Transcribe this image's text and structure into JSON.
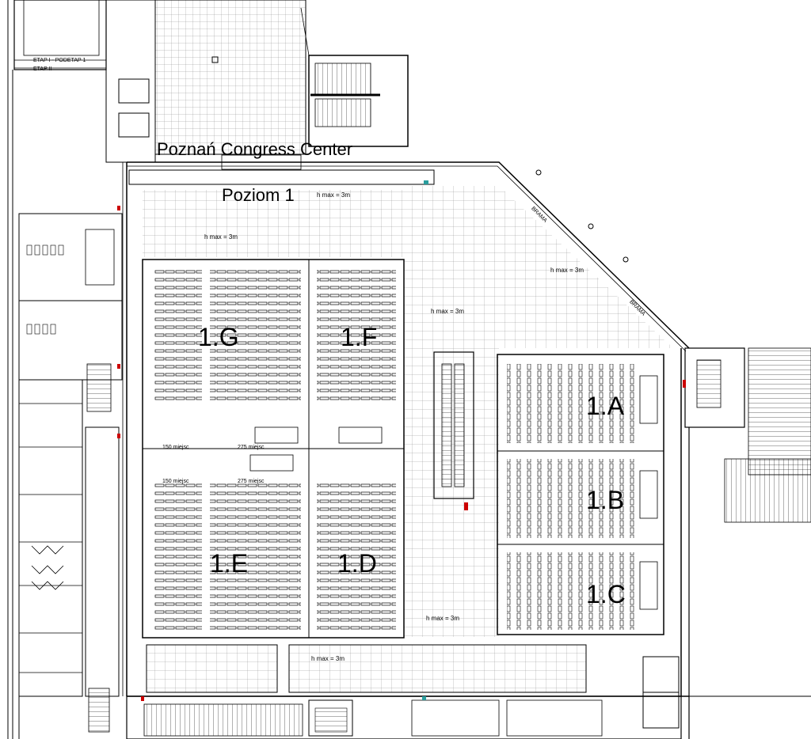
{
  "title": "Poznań Congress Center",
  "subtitle": "Poziom 1",
  "rooms": [
    "1.A",
    "1.B",
    "1.C",
    "1.D",
    "1.E",
    "1.F",
    "1.G"
  ],
  "height_notes": [
    "h max = 3m",
    "h max = 3m",
    "h max = 3m",
    "h max = 3m",
    "h max = 3m",
    "h max = 3m"
  ],
  "gates": [
    "BRAMA",
    "BRAMA"
  ],
  "stage_labels": [
    "ETAP I - PODETAP 1",
    "ETAP II"
  ],
  "seat_counts": [
    "150 miejsc",
    "275 miejsc",
    "150 miejsc",
    "275 miejsc"
  ],
  "colors": {
    "line": "#000000",
    "grid": "#9a9a9a",
    "accent_red": "#cc0000",
    "accent_teal": "#2a9d9d"
  }
}
